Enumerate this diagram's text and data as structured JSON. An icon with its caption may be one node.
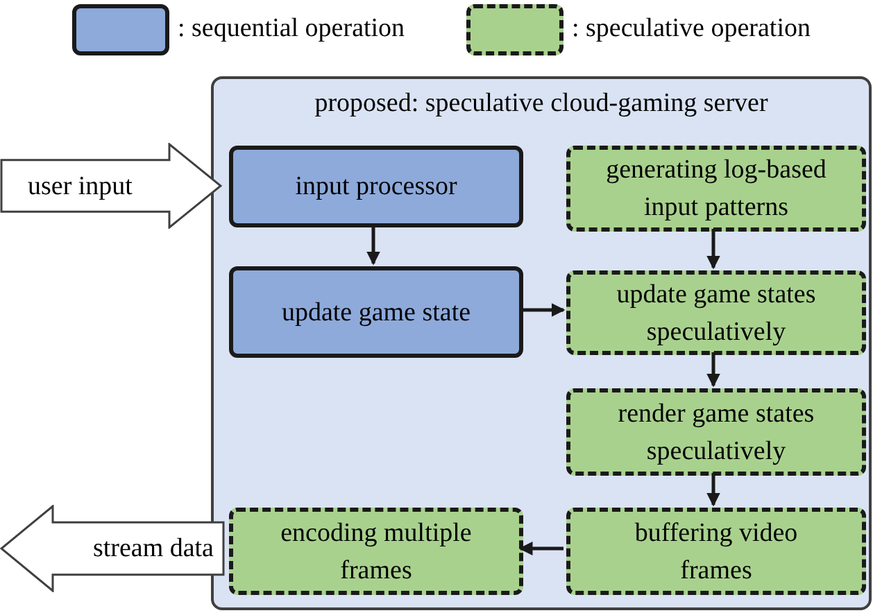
{
  "diagram": {
    "nodes": [
      {
        "text": [
          "proposed: speculative cloud-gaming server"
        ]
      },
      {
        "text": [
          "input processor"
        ],
        "in": 0
      },
      {
        "text": [
          "update game state"
        ],
        "in": 0
      },
      {
        "text": [
          "generating log-based input patterns"
        ],
        "in": 0
      },
      {
        "text": [
          "update game states speculatively"
        ],
        "in": 0
      },
      {
        "text": [
          "render game states speculatively"
        ],
        "in": 0
      },
      {
        "text": [
          "buffering video frames"
        ],
        "in": 0
      },
      {
        "text": [
          "encoding multiple frames"
        ],
        "in": 0
      },
      {
        "text": [
          "user input"
        ]
      },
      {
        "text": [
          "stream data"
        ]
      }
    ],
    "edges": [
      {
        "from": 1,
        "to": 2,
        "arrow": "to"
      },
      {
        "from": 2,
        "to": 4,
        "arrow": "to"
      },
      {
        "from": 3,
        "to": 4,
        "arrow": "to"
      },
      {
        "from": 4,
        "to": 5,
        "arrow": "to"
      },
      {
        "from": 5,
        "to": 6,
        "arrow": "to"
      },
      {
        "from": 6,
        "to": 7,
        "arrow": "to"
      }
    ],
    "legend": [
      {
        "text": ": sequential operation",
        "color": "#8eaadb"
      },
      {
        "text": ": speculative operation",
        "color": "#a9d18e"
      }
    ]
  }
}
